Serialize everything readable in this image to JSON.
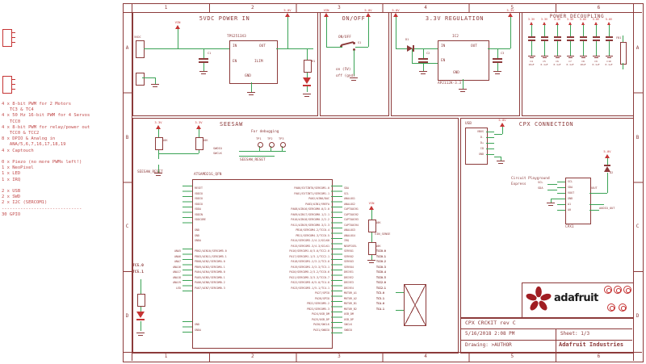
{
  "frame": {
    "columns": [
      "1",
      "2",
      "3",
      "4",
      "5",
      "6"
    ],
    "rows": [
      "A",
      "B",
      "C",
      "D"
    ]
  },
  "sections": {
    "power_in": {
      "title": "5VDC POWER IN"
    },
    "onoff": {
      "title": "ON/OFF"
    },
    "regulation": {
      "title": "3.3V REGULATION"
    },
    "decoupling": {
      "title": "POWER DECOUPLING",
      "caps": [
        {
          "net": "3.3V",
          "ref": "C4",
          "val": "10uF"
        },
        {
          "net": "3.3V",
          "ref": "C5",
          "val": "0.1uF"
        },
        {
          "net": "3.3V",
          "ref": "C6",
          "val": "0.1uF"
        },
        {
          "net": "3.3V",
          "ref": "C7",
          "val": "0.1uF"
        },
        {
          "net": "5.0V",
          "ref": "C8",
          "val": "10uF"
        },
        {
          "net": "5.0V",
          "ref": "C9",
          "val": "0.1uF"
        },
        {
          "net": "5.0V",
          "ref": "C10",
          "val": "0.1uF"
        }
      ]
    },
    "seesaw": {
      "title": "SEESAW",
      "left_pins": [
        "RESET",
        "VDDIO",
        "VDDIO",
        "VDDIO",
        "VDDA",
        "VDDIN",
        "VDDCORE",
        "",
        "GND",
        "GND",
        "GNDA",
        "",
        "PB02/AIN10/SERCOM5.0",
        "PB03/AIN11/SERCOM5.1",
        "PB08/AIN2/SERCOM4.0",
        "PB09/AIN3/SERCOM4.1",
        "PA04/AIN4/SERCOM0.0",
        "PA05/AIN5/SERCOM0.1",
        "PA06/AIN6/SERCOM0.2",
        "PA07/AIN7/SERCOM0.3",
        "",
        "",
        "",
        "",
        "",
        "",
        "GND",
        "GNDA"
      ],
      "left_nets": [
        "",
        "",
        "",
        "",
        "",
        "",
        "",
        "",
        "",
        "",
        "",
        "",
        "ANA5",
        "ANA6",
        "ANA7",
        "ANA16",
        "ANA17",
        "ANA18",
        "ANA19",
        "LED",
        "",
        "",
        "",
        "",
        "",
        "",
        "",
        ""
      ],
      "right_rows": [
        {
          "p": "PA00/EXTINT0/SERCOM1.0",
          "n": "SDA",
          "t": ""
        },
        {
          "p": "PA01/EXTINT1/SERCOM1.1",
          "n": "SCL",
          "t": ""
        },
        {
          "p": "PA02/AIN0/DAC",
          "n": "ANALOG1",
          "t": ""
        },
        {
          "p": "PA03/AIN1/VREFA",
          "n": "ANALOG2",
          "t": ""
        },
        {
          "p": "PA08/AIN16/SERCOM0.0/2.0",
          "n": "CAPTOUCH1",
          "t": ""
        },
        {
          "p": "PA09/AIN17/SERCOM0.1/2.1",
          "n": "CAPTOUCH2",
          "t": ""
        },
        {
          "p": "PA10/AIN18/SERCOM0.2/2.2",
          "n": "CAPTOUCH3",
          "t": ""
        },
        {
          "p": "PA11/AIN19/SERCOM0.3/2.3",
          "n": "CAPTOUCH4",
          "t": ""
        },
        {
          "p": "PB10/SERCOM4.2/TCC0.4",
          "n": "ANALOG3",
          "t": ""
        },
        {
          "p": "PB11/SERCOM4.3/TCC0.5",
          "n": "ANALOG4",
          "t": ""
        },
        {
          "p": "PA14/SERCOM2.2/4.2/GCLK0",
          "n": "IRQ",
          "t": ""
        },
        {
          "p": "PA15/SERCOM2.3/4.3/GCLK1",
          "n": "NEOPIXEL",
          "t": ""
        },
        {
          "p": "PA16/SERCOM1.0/3.0/TCC2.0",
          "n": "SERVO1",
          "t": "TCC0.0"
        },
        {
          "p": "PA17/SERCOM1.1/3.1/TCC2.1",
          "n": "SERVO2",
          "t": "TCC0.1"
        },
        {
          "p": "PA18/SERCOM1.2/3.2/TC3.0",
          "n": "SERVO3",
          "t": "TCC0.2"
        },
        {
          "p": "PA19/SERCOM1.3/3.3/TC3.1",
          "n": "SERVO4",
          "t": "TCC0.3"
        },
        {
          "p": "PA20/SERCOM5.2/3.2/TCC0.6",
          "n": "DRIVE1",
          "t": "TCC0.4"
        },
        {
          "p": "PA21/SERCOM5.3/3.3/TCC0.7",
          "n": "DRIVE2",
          "t": "TCC0.5"
        },
        {
          "p": "PA22/SERCOM3.0/5.0/TC4.0",
          "n": "DRIVE3",
          "t": "TCC2.0"
        },
        {
          "p": "PA23/SERCOM3.1/5.1/TC4.1",
          "n": "DRIVE4",
          "t": "TCC2.1"
        },
        {
          "p": "PA27/GPIO",
          "n": "MOTOR_A1",
          "t": "TC3.0"
        },
        {
          "p": "PA28/GPIO",
          "n": "MOTOR_A2",
          "t": "TC3.1"
        },
        {
          "p": "PB22/SERCOM5.2",
          "n": "MOTOR_B1",
          "t": "TC4.0"
        },
        {
          "p": "PB23/SERCOM5.3",
          "n": "MOTOR_B2",
          "t": "TC4.1"
        },
        {
          "p": "PA24/USB_DM",
          "n": "USB_DM",
          "t": ""
        },
        {
          "p": "PA25/USB_DP",
          "n": "USB_DP",
          "t": ""
        },
        {
          "p": "PA30/SWCLK",
          "n": "SWCLK",
          "t": ""
        },
        {
          "p": "PA31/SWDIO",
          "n": "SWDIO",
          "t": ""
        }
      ]
    },
    "cpx": {
      "title": "CPX CONNECTION",
      "usb_pins": [
        "VBUS",
        "D-",
        "D+",
        "ID",
        "GND"
      ],
      "conn_pins": [
        "SCL",
        "SDA",
        "VOUT",
        "GND",
        "A1",
        "A0"
      ]
    }
  },
  "labels": [
    "TPS2513X3",
    "IN",
    "EN",
    "OUT",
    "ILIM",
    "GND",
    "C1",
    "R1",
    "5VDC",
    "ON/OFF",
    "on (5V)",
    "off (gnd)",
    "S1",
    "IC2",
    "IN",
    "EN",
    "OUT",
    "GND",
    "AP2112K-3.3",
    "C2",
    "C3",
    "D1",
    "FB1",
    "For debugging",
    "TP1",
    "TP2",
    "TP3",
    "SWDIO",
    "SWCLK",
    "SEESAW_RESET",
    "SEESAW_RESET",
    "ATSAMD21G_QFN",
    "10K",
    "10K",
    "TC5.0",
    "TC5.1",
    "VIN_SENSE",
    "10K",
    "10K",
    "USB",
    "Circuit Playground",
    "Express",
    "CPX1",
    "VOUT",
    "AUDIO_OUT",
    "SCL",
    "SDA",
    "D2"
  ],
  "flags": [
    {
      "net": "VIN"
    },
    {
      "net": "5.0V"
    },
    {
      "net": "VIN"
    },
    {
      "net": "5.0V"
    },
    {
      "net": "5.0V"
    },
    {
      "net": "3.3V"
    },
    {
      "net": "3.3V"
    },
    {
      "net": "3.3V"
    },
    {
      "net": "VIN"
    },
    {
      "net": "5.0V"
    },
    {
      "net": "5.0V"
    }
  ],
  "notes": {
    "lines": [
      "4 x 8-bit PWM for 2 Motors",
      "   TC3 & TC4",
      "4 x 50 Hz 16-bit PWM for 4 Servos",
      "   TCC0",
      "4 x 8-bit PWM for relay/power out",
      "   TCC0 & TCC2",
      "8 x DPIO & Analog in",
      "   ANA/5,6,7,16,17,18,19",
      "4 x Captouch",
      "",
      "0 x Piezo (no more PWMs left!)",
      "1 x NeoPixel",
      "1 x LED",
      "1 x IRQ",
      "",
      "2 x USB",
      "2 x SWD",
      "2 x I2C (SERCOM1)",
      "------------------------------",
      "30 GPIO"
    ]
  },
  "titleblock": {
    "title": "CPX CRCKIT rev C",
    "date": "5/16/2018 2:08 PM",
    "sheet": "Sheet: 1/3",
    "drawing": "Drawing: >AUTHOR",
    "company": "Adafruit Industries",
    "logo_word": "adafruit"
  },
  "colors": {
    "schematic": "#8c3a3a",
    "wire": "#3aa355",
    "accent": "#c53434"
  }
}
